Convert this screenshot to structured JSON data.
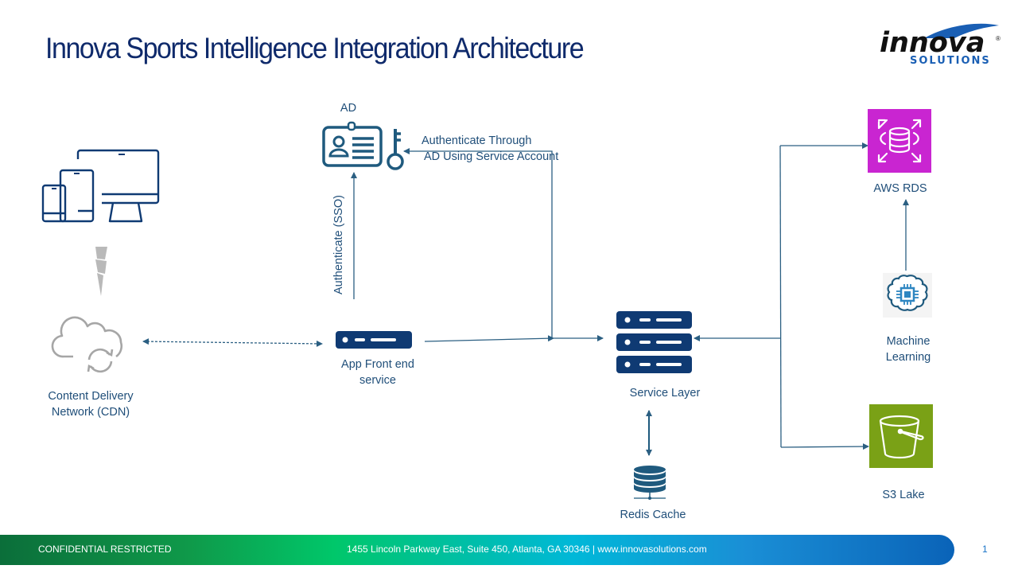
{
  "slide": {
    "title": "Innova Sports Intelligence Integration Architecture",
    "page_number": "1"
  },
  "logo": {
    "word": "innova",
    "registered": "®",
    "sub": "SOLUTIONS"
  },
  "nodes": {
    "devices": {
      "label": "",
      "icon": "devices-icon"
    },
    "cdn": {
      "label_line1": "Content Delivery",
      "label_line2": "Network (CDN)",
      "icon": "cloud-sync-icon"
    },
    "ad": {
      "label": "AD",
      "icon": "id-badge-key-icon"
    },
    "app_frontend": {
      "label_line1": "App Front end",
      "label_line2": "service",
      "icon": "server-icon"
    },
    "service_layer": {
      "label": "Service Layer",
      "icon": "server-stack-icon"
    },
    "redis": {
      "label": "Redis Cache",
      "icon": "database-icon"
    },
    "aws_rds": {
      "label": "AWS RDS",
      "icon": "aws-rds-icon",
      "color": "#c925d1"
    },
    "ml": {
      "label_line1": "Machine",
      "label_line2": "Learning",
      "icon": "brain-chip-icon"
    },
    "s3": {
      "label": "S3 Lake",
      "icon": "s3-bucket-icon",
      "color": "#7aa116"
    }
  },
  "connections": {
    "sso_label": "Authenticate (SSO)",
    "service_account_line1": "Authenticate Through",
    "service_account_line2": "AD Using Service Account"
  },
  "footer": {
    "left": "CONFIDENTIAL RESTRICTED",
    "center": "1455 Lincoln Parkway East, Suite 450, Atlanta, GA 30346 | www.innovasolutions.com"
  },
  "colors": {
    "title": "#0f2a6b",
    "label": "#1f4e79",
    "icon_navy": "#0f3a73",
    "line": "#2b5f82"
  }
}
